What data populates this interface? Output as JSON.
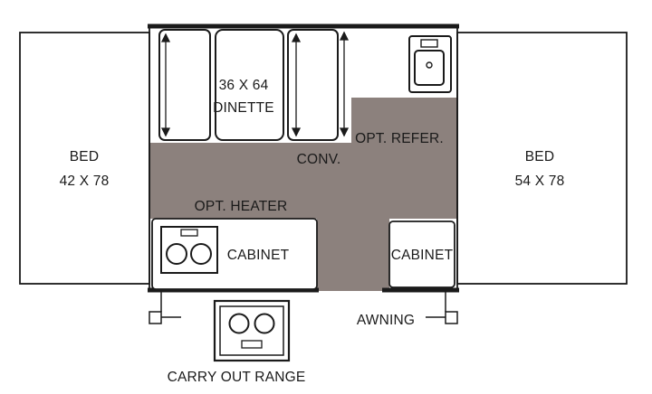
{
  "floorplan": {
    "left_bed": {
      "name": "BED",
      "size": "42 X 78"
    },
    "right_bed": {
      "name": "BED",
      "size": "54 X 78"
    },
    "dinette": {
      "size": "36 X 64",
      "name": "DINETTE"
    },
    "conv_label": "CONV.",
    "refer_label": "OPT. REFER.",
    "heater_label": "OPT. HEATER",
    "left_cabinet_label": "CABINET",
    "right_cabinet_label": "CABINET",
    "awning_label": "AWNING",
    "range_label": "CARRY OUT RANGE"
  },
  "colors": {
    "floor": "#8c817d",
    "line": "#1a1a1a",
    "background": "#ffffff"
  }
}
